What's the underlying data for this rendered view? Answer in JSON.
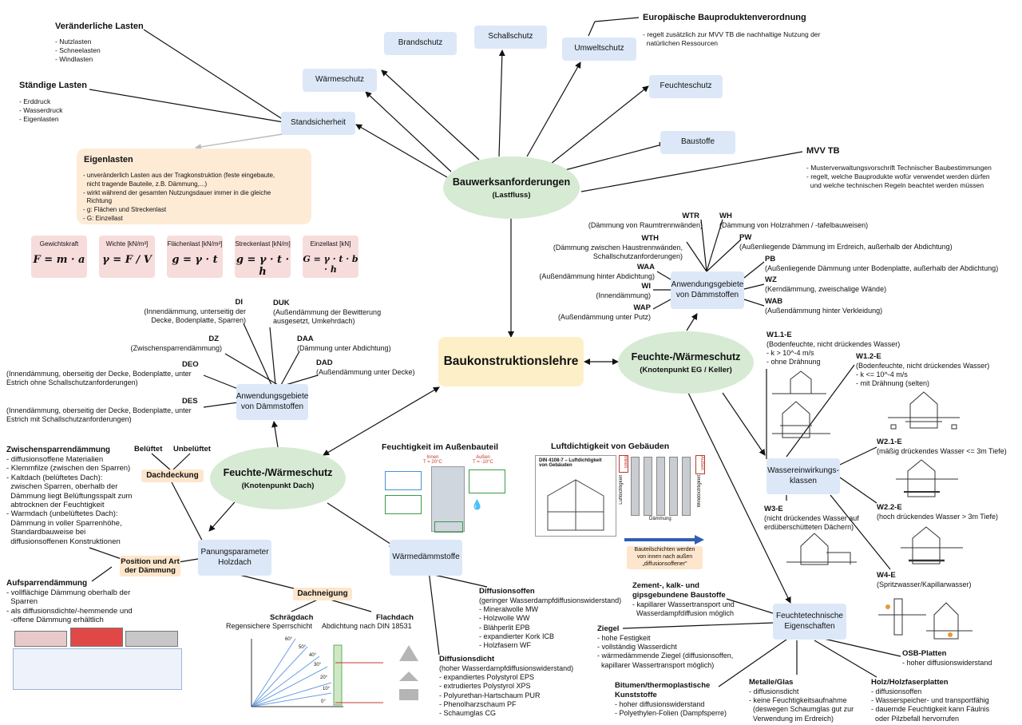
{
  "central": {
    "title": "Baukonstruktionslehre"
  },
  "bauwerk": {
    "title": "Bauwerksanforderungen",
    "sub": "(Lastfluss)"
  },
  "feuchte_eg": {
    "title": "Feuchte-/Wärmeschutz",
    "sub": "(Knotenpunkt EG / Keller)"
  },
  "feuchte_dach": {
    "title": "Feuchte-/Wärmeschutz",
    "sub": "(Knotenpunkt Dach)"
  },
  "req_boxes": {
    "brandschutz": "Brandschutz",
    "schallschutz": "Schallschutz",
    "umweltschutz": "Umweltschutz",
    "waermeschutz": "Wärmeschutz",
    "feuchteschutz": "Feuchteschutz",
    "baustoffe": "Baustoffe",
    "standsicherheit": "Standsicherheit"
  },
  "euro": {
    "title": "Europäische Bauproduktenverordnung",
    "text": "- regelt zusätzlich zur MVV TB die nachhaltige Nutzung der\n  natürlichen Ressourcen"
  },
  "mvv": {
    "title": "MVV TB",
    "text": "- Musterverwaltungsvorschrift Technischer Baubestimmungen\n- regelt, welche Bauprodukte wofür verwendet werden dürfen\n  und welche technischen Regeln beachtet werden müssen"
  },
  "veraenderlich": {
    "title": "Veränderliche Lasten",
    "text": "- Nutzlasten\n- Schneelasten\n- Windlasten"
  },
  "staendig": {
    "title": "Ständige Lasten",
    "text": "- Erddruck\n- Wasserdruck\n- Eigenlasten"
  },
  "eigenlasten": {
    "title": "Eigenlasten",
    "text": "- unveränderlich Lasten aus der Tragkonstruktion (feste eingebaute,\n  nicht tragende Bauteile, z.B. Dämmung,...)\n- wirkt während der gesamten Nutzungsdauer immer in die gleiche\n  Richtung\n- g: Flächen und Streckenlast\n- G: Einzellast"
  },
  "formulas": [
    {
      "label": "Gewichtskraft",
      "formula": "F = m · a"
    },
    {
      "label": "Wichte [kN/m³]",
      "formula": "γ = F / V"
    },
    {
      "label": "Flächenlast [kN/m²]",
      "formula": "g = γ · t"
    },
    {
      "label": "Streckenlast [kN/m]",
      "formula": "g = γ · t · h"
    },
    {
      "label": "Einzellast [kN]",
      "formula": "G = γ · t · b · h"
    }
  ],
  "daemm_eg": {
    "box": "Anwendungsgebiete\nvon Dämmstoffen",
    "labels": {
      "wtr": {
        "code": "WTR",
        "desc": "(Dämmung von Raumtrennwänden)"
      },
      "wh": {
        "code": "WH",
        "desc": "(Dämmung von Holzrahmen / -tafelbauweisen)"
      },
      "wth": {
        "code": "WTH",
        "desc": "(Dämmung zwischen Haustrennwänden,\nSchallschutzanforderungen)"
      },
      "pw": {
        "code": "PW",
        "desc": "(Außenliegende Dämmung im Erdreich, außerhalb der Abdichtung)"
      },
      "waa": {
        "code": "WAA",
        "desc": "(Außendämmung hinter Abdichtung)"
      },
      "pb": {
        "code": "PB",
        "desc": "(Außenliegende Dämmung unter Bodenplatte, außerhalb der Abdichtung)"
      },
      "wi": {
        "code": "WI",
        "desc": "(Innendämmung)"
      },
      "wz": {
        "code": "WZ",
        "desc": "(Kerndämmung, zweischalige Wände)"
      },
      "wap": {
        "code": "WAP",
        "desc": "(Außendämmung unter Putz)"
      },
      "wab": {
        "code": "WAB",
        "desc": "(Außendämmung hinter Verkleidung)"
      }
    }
  },
  "daemm_dach": {
    "box": "Anwendungsgebiete\nvon Dämmstoffen",
    "labels": {
      "di": {
        "code": "DI",
        "desc": "(Innendämmung, unterseitig der\nDecke, Bodenplatte, Sparren)"
      },
      "duk": {
        "code": "DUK",
        "desc": "(Außendämmung der Bewitterung\nausgesetzt, Umkehrdach)"
      },
      "dz": {
        "code": "DZ",
        "desc": "(Zwischensparrendämmung)"
      },
      "daa": {
        "code": "DAA",
        "desc": "(Dämmung unter Abdichtung)"
      },
      "deo": {
        "code": "DEO",
        "desc": "(Innendämmung, oberseitig der Decke, Bodenplatte, unter\nEstrich ohne Schallschutzanforderungen)"
      },
      "dad": {
        "code": "DAD",
        "desc": "(Außendämmung unter Decke)"
      },
      "des": {
        "code": "DES",
        "desc": "(Innendämmung, oberseitig der Decke, Bodenplatte, unter\nEstrich mit Schallschutzanforderungen)"
      }
    }
  },
  "wasser": {
    "box": "Wassereinwirkungs-\nklassen",
    "w11": {
      "code": "W1.1-E",
      "text": "(Bodenfeuchte, nicht drückendes Wasser)\n- k > 10^-4 m/s\n- ohne Drähnung"
    },
    "w12": {
      "code": "W1.2-E",
      "text": "(Bodenfeuchte, nicht drückendes Wasser)\n- k <= 10^-4 m/s\n- mit Drähnung (selten)"
    },
    "w21": {
      "code": "W2.1-E",
      "text": "(mäßig drückendes Wasser <= 3m Tiefe)"
    },
    "w22": {
      "code": "W2.2-E",
      "text": "(hoch drückendes Wasser > 3m Tiefe)"
    },
    "w3": {
      "code": "W3-E",
      "text": "(nicht drückendes Wasser auf\nerdüberschütteten Dächern)"
    },
    "w4": {
      "code": "W4-E",
      "text": "(Spritzwasser/Kapillarwasser)"
    }
  },
  "feuchtetech": {
    "box": "Feuchtetechnische\nEigenschaften",
    "zement": {
      "title": "Zement-, kalk- und\ngipsgebundene Baustoffe",
      "text": "- kapillarer Wassertransport und\n  Wasserdampfdiffusion möglich"
    },
    "ziegel": {
      "title": "Ziegel",
      "text": "- hohe Festigkeit\n- vollständig Wasserdicht\n- wärmedämmende Ziegel (diffusionsoffen,\n  kapillarer Wassertransport möglich)"
    },
    "osb": {
      "title": "OSB-Platten",
      "text": "- hoher diffusionswiderstand"
    },
    "bitumen": {
      "title": "Bitumen/thermoplastische\nKunststoffe",
      "text": "- hoher diffusionswiderstand\n- Polyethylen-Folien (Dampfsperre)"
    },
    "metalle": {
      "title": "Metalle/Glas",
      "text": "- diffusionsdicht\n- keine Feuchtigkeitsaufnahme\n  (deswegen Schaumglas gut zur\n  Verwendung im Erdreich)"
    },
    "holz": {
      "title": "Holz/Holzfaserplatten",
      "text": "- diffusionsoffen\n- Wasserspeicher- und transportfähig\n- dauernde Feuchtigkeit kann Fäulnis\n  oder Pilzbefall hervorrufen"
    }
  },
  "waermedaemm": {
    "box": "Wärmedämmstoffe",
    "offen": {
      "title": "Diffusionsoffen",
      "text": "(geringer Wasserdampfdiffusionswiderstand)\n- Mineralwolle MW\n- Holzwolle WW\n- Blähperlit EPB\n- expandierter Kork ICB\n- Holzfasern WF"
    },
    "dicht": {
      "title": "Diffusionsdicht",
      "text": "(hoher Wasserdampfdiffusionswiderstand)\n- expandiertes Polystyrol EPS\n- extrudiertes Polystyrol XPS\n- Polyurethan-Hartschaum PUR\n- Phenolharzschaum PF\n- Schaumglas CG"
    }
  },
  "feuchtigkeit": {
    "title": "Feuchtigkeit im Außenbauteil",
    "innen": "Innen\nT = 20°C",
    "aussen": "Außen\nT = -10°C"
  },
  "luftdicht": {
    "title": "Luftdichtigkeit von Gebäuden",
    "din": "DIN 4108-7 – Luftdichtigkeit\nvon Gebäuden",
    "innen": "Innen",
    "aussen": "Außen",
    "luft": "Luftdichtigkeit",
    "wind": "Winddichtigkeit",
    "daemmung": "Dämmung",
    "note": "Bauteilschichten werden\nvon innen nach außen\n„diffusionsoffener\""
  },
  "panung": {
    "box": "Panungsparameter\nHolzdach"
  },
  "dachdeckung": {
    "label": "Dachdeckung",
    "beluftet": "Belüftet",
    "unbeluftet": "Unbelüftet"
  },
  "position": {
    "label": "Position und Art\nder Dämmung"
  },
  "dachneigung": {
    "label": "Dachneigung",
    "schraeg": "Schrägdach",
    "schraeg_sub": "Regensichere Sperrschicht",
    "flach": "Flachdach",
    "flach_sub": "Abdichtung nach DIN 18531",
    "angles": [
      "60°",
      "50°",
      "40°",
      "30°",
      "20°",
      "10°",
      "0°"
    ]
  },
  "zwischensparren": {
    "title": "Zwischensparrendämmung",
    "text": "- diffusionsoffene Materialien\n- Klemmfilze (zwischen den Sparren)\n- Kaltdach (belüftetes Dach):\n  zwischen Sparren, oberhalb der\n  Dämmung liegt Belüftungsspalt zum\n  abtrocknen der Feuchtigkeit\n- Warmdach (unbelüftetes Dach):\n  Dämmung in voller Sparrenhöhe,\n  Standardbauweise bei\n  diffusionsoffenen Konstruktionen"
  },
  "aufsparren": {
    "title": "Aufsparrendämmung",
    "text": "- vollflächige Dämmung oberhalb der\n  Sparren\n- als diffusionsdichte/-hemmende und\n  -offene Dämmung erhältlich"
  },
  "colors": {
    "blue_box": "#dce8f8",
    "green_ellipse": "#d6ead4",
    "yellow_core": "#fdf0c8",
    "orange_label": "#fde6cc",
    "pink_formula": "#f7dcdc",
    "eigen_bg": "#fdebd6"
  }
}
